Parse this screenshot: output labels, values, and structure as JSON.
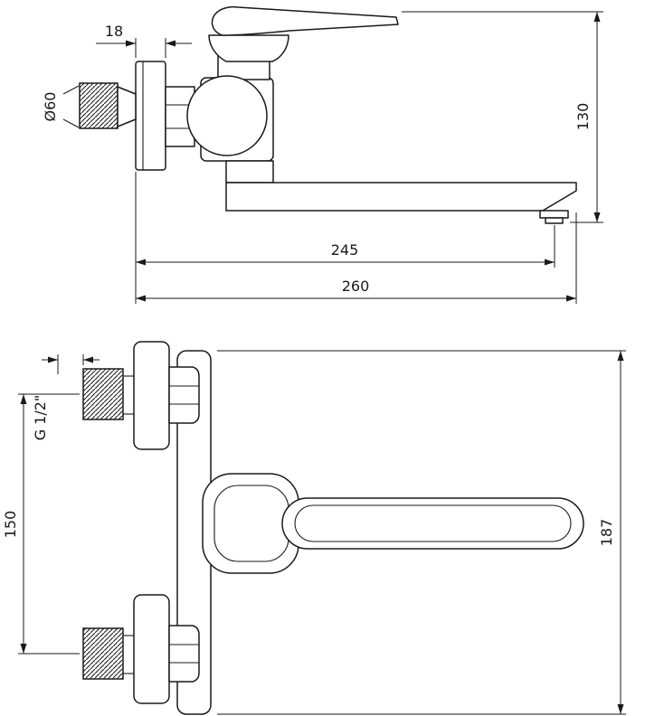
{
  "drawing": {
    "type": "technical-dimension-drawing",
    "subject": "wall-mounted single-lever mixer tap, side and front views",
    "line_color": "#1a1a1a",
    "background": "#ffffff",
    "side_view": {
      "dims": {
        "plate_depth": "18",
        "flange_diameter": "Ø60",
        "overall_height": "130",
        "spout_reach": "245",
        "overall_reach": "260"
      }
    },
    "front_view": {
      "dims": {
        "thread_size": "G 1/2\"",
        "connection_spacing": "150",
        "overall_height": "187"
      }
    }
  }
}
